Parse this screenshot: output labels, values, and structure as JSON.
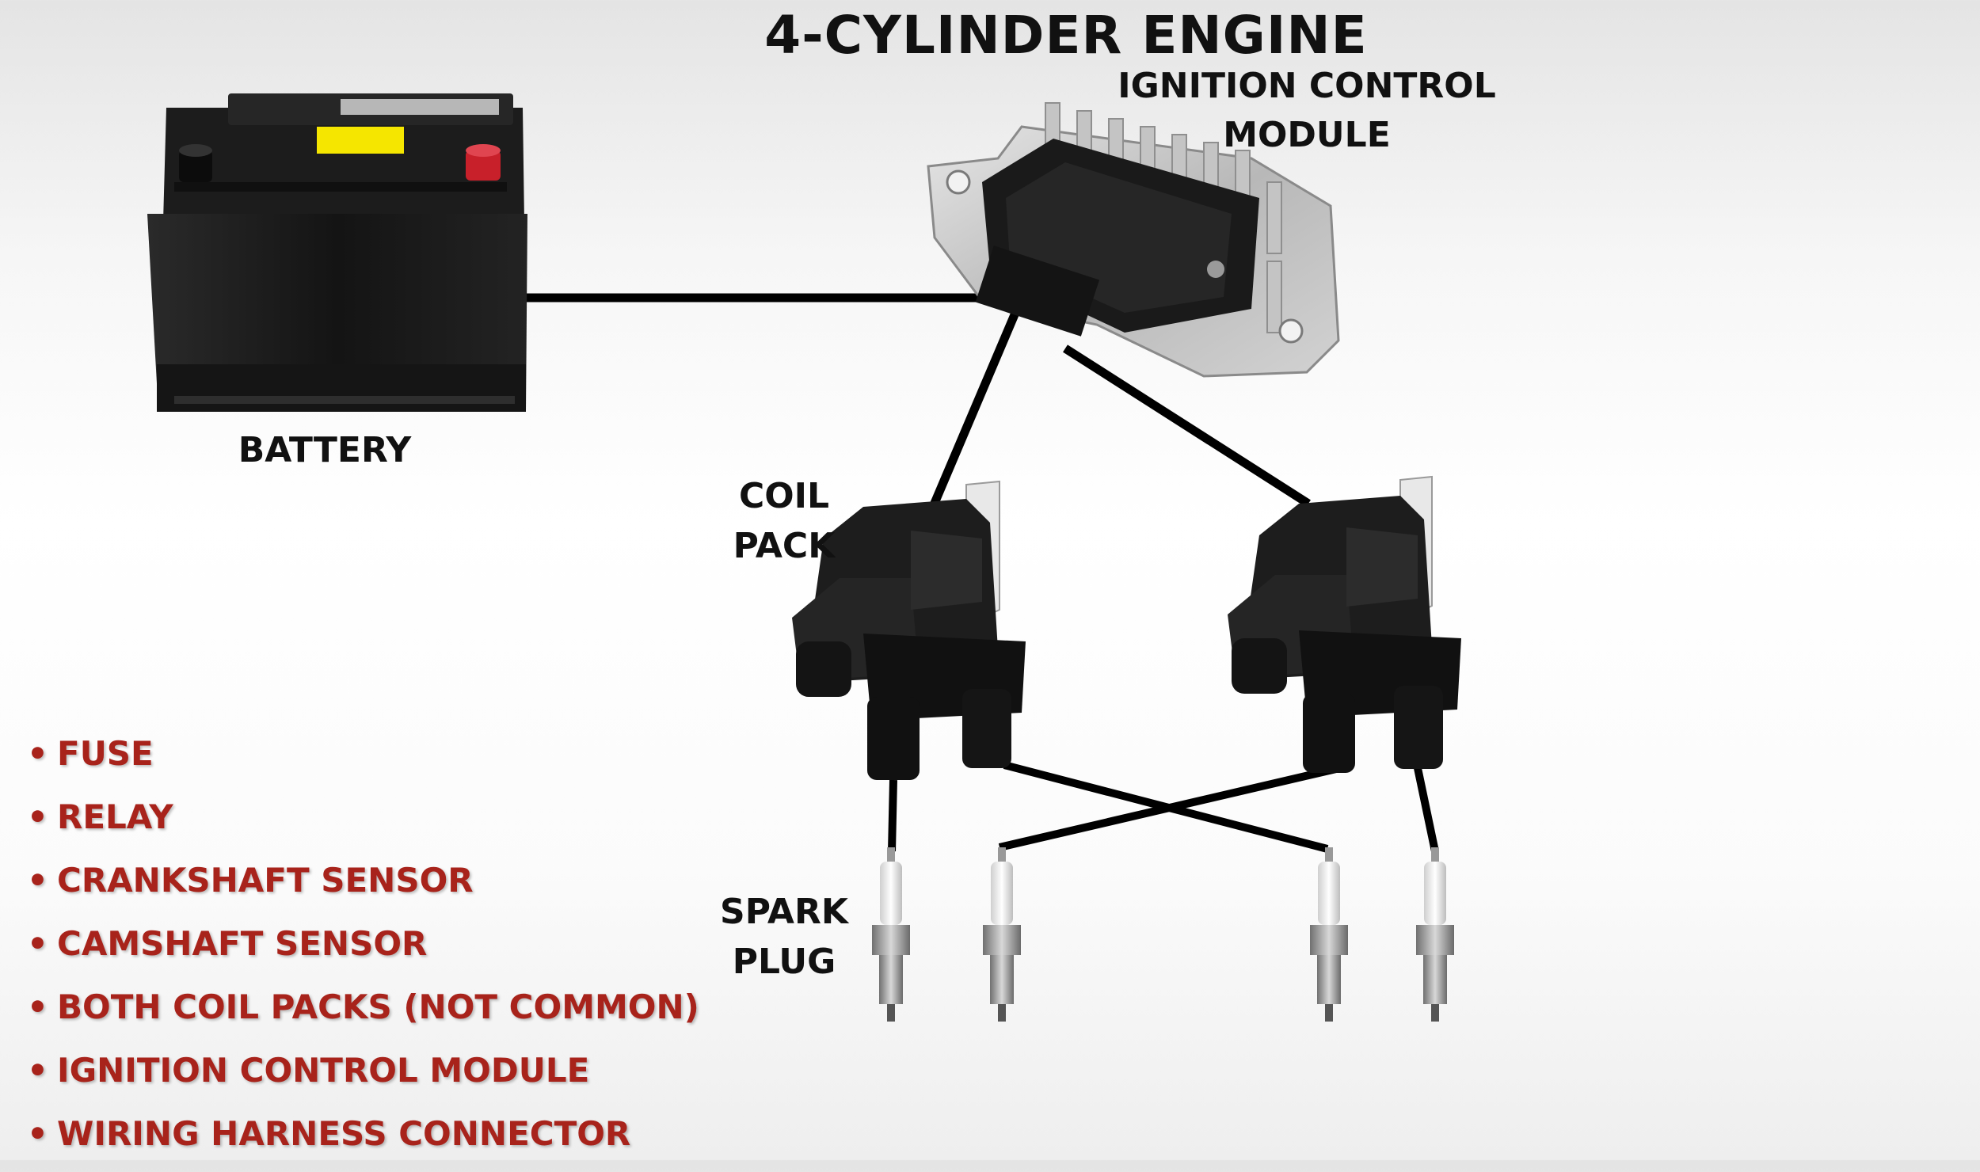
{
  "title": "4-CYLINDER ENGINE",
  "labels": {
    "ignition_module_line1": "IGNITION CONTROL",
    "ignition_module_line2": "MODULE",
    "battery": "BATTERY",
    "coil_pack_line1": "COIL",
    "coil_pack_line2": "PACK",
    "spark_plug_line1": "SPARK",
    "spark_plug_line2": "PLUG"
  },
  "causes": [
    "FUSE",
    "RELAY",
    "CRANKSHAFT SENSOR",
    "CAMSHAFT SENSOR",
    "BOTH COIL PACKS (NOT COMMON)",
    "IGNITION CONTROL MODULE",
    "WIRING HARNESS CONNECTOR"
  ],
  "bullet": "•",
  "colors": {
    "causes_text": "#a8231b",
    "wire": "#000000",
    "battery_terminal_positive": "#c8202a",
    "battery_sticker": "#f5e600"
  }
}
